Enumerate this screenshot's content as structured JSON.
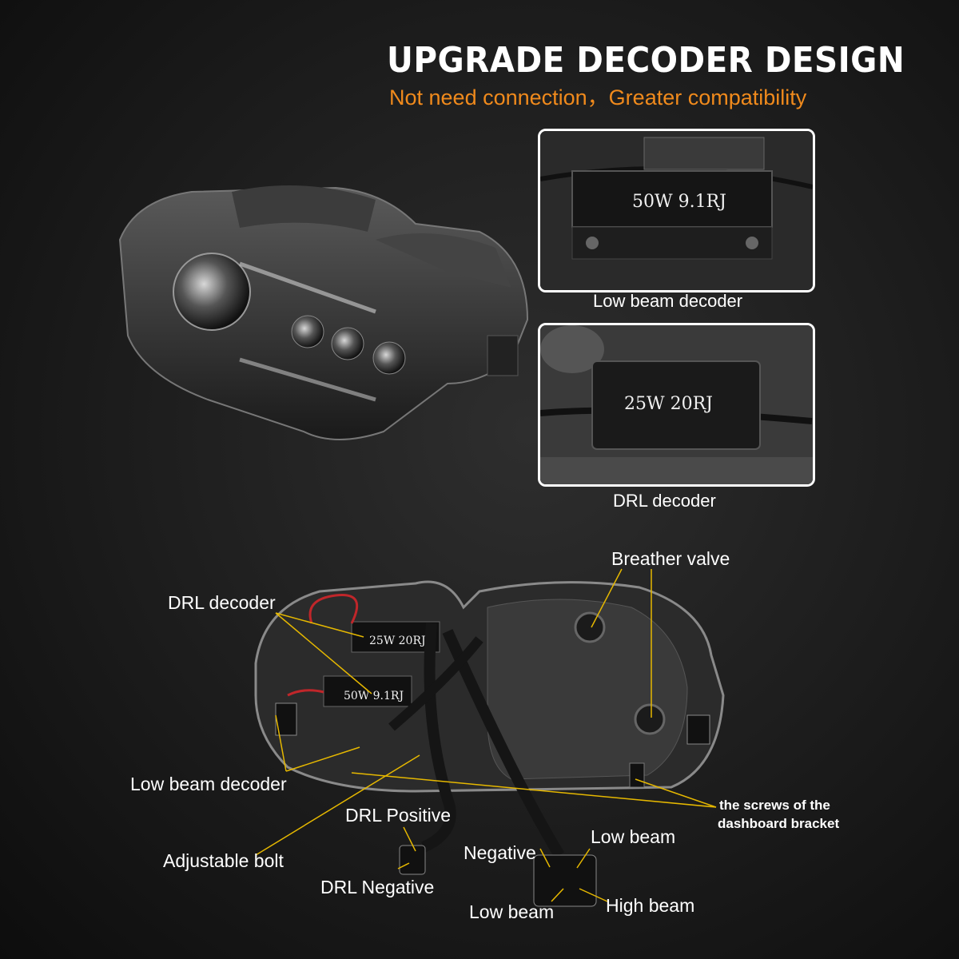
{
  "header": {
    "title": "UPGRADE DECODER DESIGN",
    "subtitle": "Not need connection，Greater compatibility"
  },
  "panels": {
    "low_beam": {
      "resistor_text": "50W 9.1RJ",
      "caption": "Low beam decoder"
    },
    "drl": {
      "resistor_text": "25W 20RJ",
      "caption": "DRL decoder"
    }
  },
  "bottom_resistors": {
    "drl": "25W 20RJ",
    "low_beam": "50W 9.1RJ"
  },
  "callouts": {
    "breather_valve": "Breather valve",
    "drl_decoder": "DRL decoder",
    "low_beam_decoder": "Low beam decoder",
    "screws_line1": "the screws of the",
    "screws_line2": "dashboard bracket",
    "drl_positive": "DRL Positive",
    "adjustable_bolt": "Adjustable bolt",
    "negative": "Negative",
    "low_beam_right": "Low beam",
    "drl_negative": "DRL Negative",
    "low_beam_bottom": "Low beam",
    "high_beam": "High beam"
  },
  "colors": {
    "accent": "#f08a1c",
    "leader": "#e6b800"
  }
}
